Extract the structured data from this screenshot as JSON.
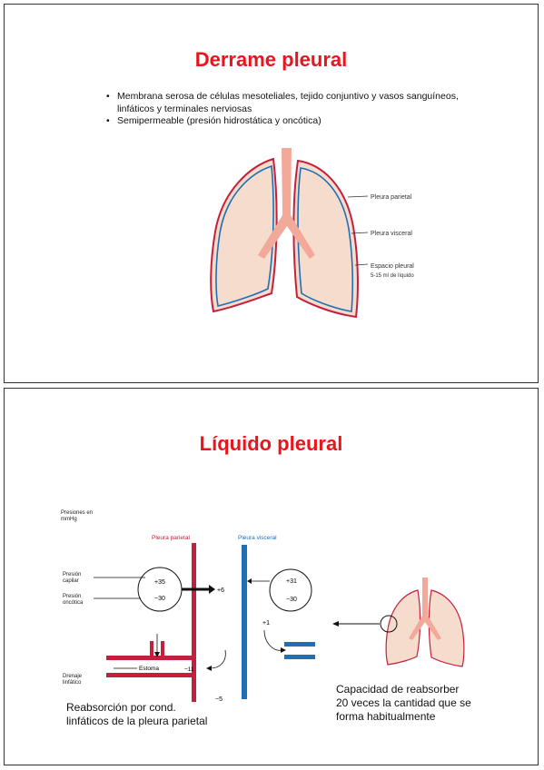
{
  "slide1": {
    "title": "Derrame pleural",
    "bullets": [
      "Membrana serosa de células mesoteliales, tejido conjuntivo y vasos sanguíneos, linfáticos y terminales nerviosas",
      "Semipermeable (presión hidrostática y oncótica)"
    ],
    "bullet_symbol": "•",
    "figure_labels": {
      "parietal": "Pleura parietal",
      "visceral": "Pleura visceral",
      "space": "Espacio pleural",
      "volume": "5-15 ml de líquido"
    }
  },
  "slide2": {
    "title": "Líquido pleural",
    "pressures_label": "Presiones en mmHg",
    "parietal_label": "Pleura parietal",
    "visceral_label": "Pleura visceral",
    "capillary_label": "Presión capilar",
    "oncotic_label": "Presión oncótica",
    "drainage_label": "Drenaje linfático",
    "stoma_label": "Estoma",
    "values": {
      "parietal_capillary": "+35",
      "parietal_oncotic": "−30",
      "parietal_net": "+6",
      "visceral_capillary": "+31",
      "visceral_oncotic": "−30",
      "visceral_net": "+1",
      "lymph": "−11",
      "bottom": "−5"
    },
    "caption_left": "Reabsorción por cond. linfáticos de la pleura parietal",
    "caption_right": "Capacidad de reabsorber 20 veces la cantidad que se forma habitualmente"
  },
  "colors": {
    "title": "#e8151d",
    "parietal": "#c4203c",
    "visceral": "#1f6fb5",
    "lung_fill": "#f6dccd",
    "airway": "#f2a99a"
  }
}
